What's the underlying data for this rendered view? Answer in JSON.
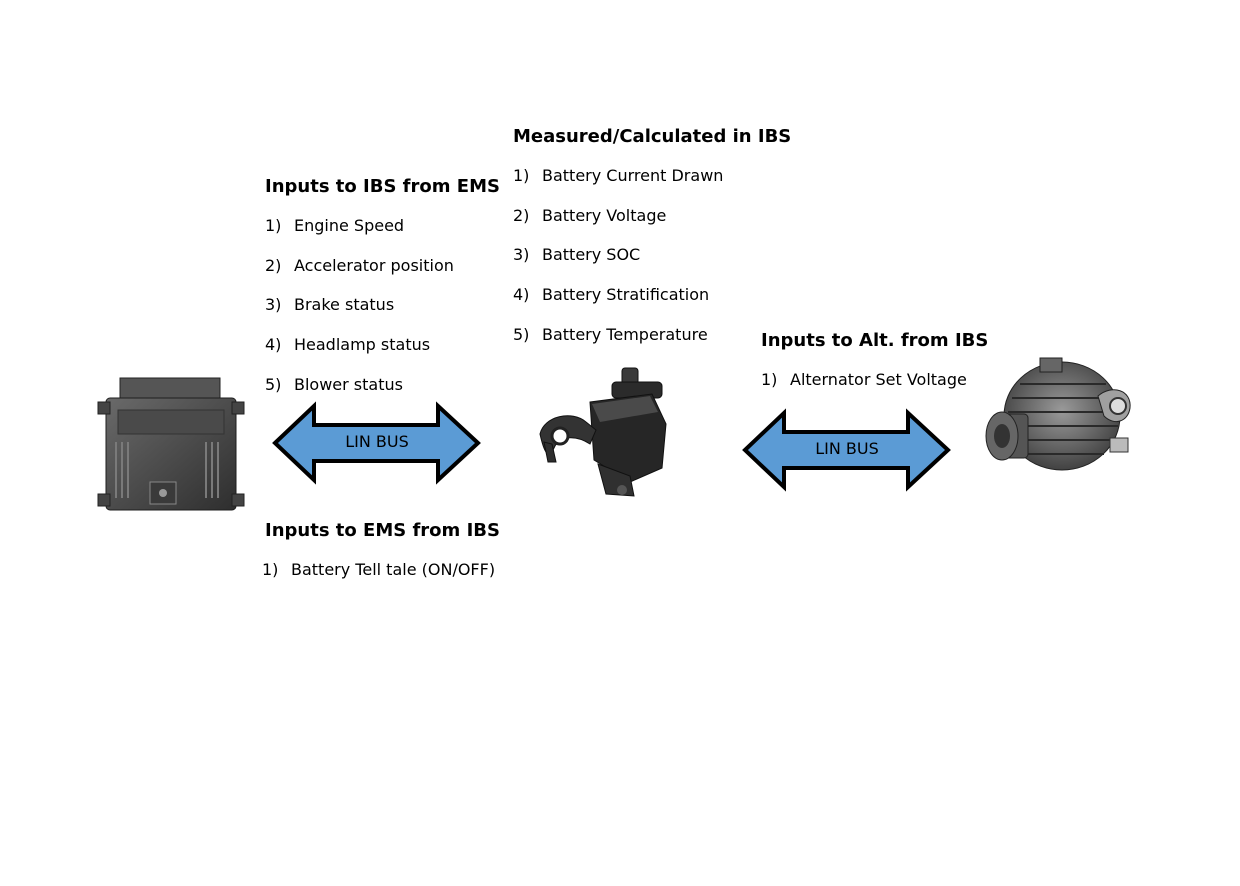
{
  "ems_inputs": {
    "heading": "Inputs to IBS from EMS",
    "items": [
      {
        "num": "1)",
        "text": "Engine Speed"
      },
      {
        "num": "2)",
        "text": "Accelerator position"
      },
      {
        "num": "3)",
        "text": "Brake status"
      },
      {
        "num": "4)",
        "text": "Headlamp status"
      },
      {
        "num": "5)",
        "text": "Blower status"
      }
    ]
  },
  "ibs_measured": {
    "heading": "Measured/Calculated in IBS",
    "items": [
      {
        "num": "1)",
        "text": "Battery Current Drawn"
      },
      {
        "num": "2)",
        "text": "Battery Voltage"
      },
      {
        "num": "3)",
        "text": "Battery SOC"
      },
      {
        "num": "4)",
        "text": "Battery Stratification"
      },
      {
        "num": "5)",
        "text": "Battery Temperature"
      }
    ]
  },
  "alt_inputs": {
    "heading": "Inputs to Alt. from IBS",
    "items": [
      {
        "num": "1)",
        "text": "Alternator Set Voltage"
      }
    ]
  },
  "ems_from_ibs": {
    "heading": "Inputs to EMS from IBS",
    "items": [
      {
        "num": "1)",
        "text": "Battery Tell tale (ON/OFF)"
      }
    ]
  },
  "bus_left": {
    "label": "LIN BUS"
  },
  "bus_right": {
    "label": "LIN BUS"
  },
  "colors": {
    "arrow_fill": "#5b9bd5",
    "arrow_stroke": "#000000"
  }
}
